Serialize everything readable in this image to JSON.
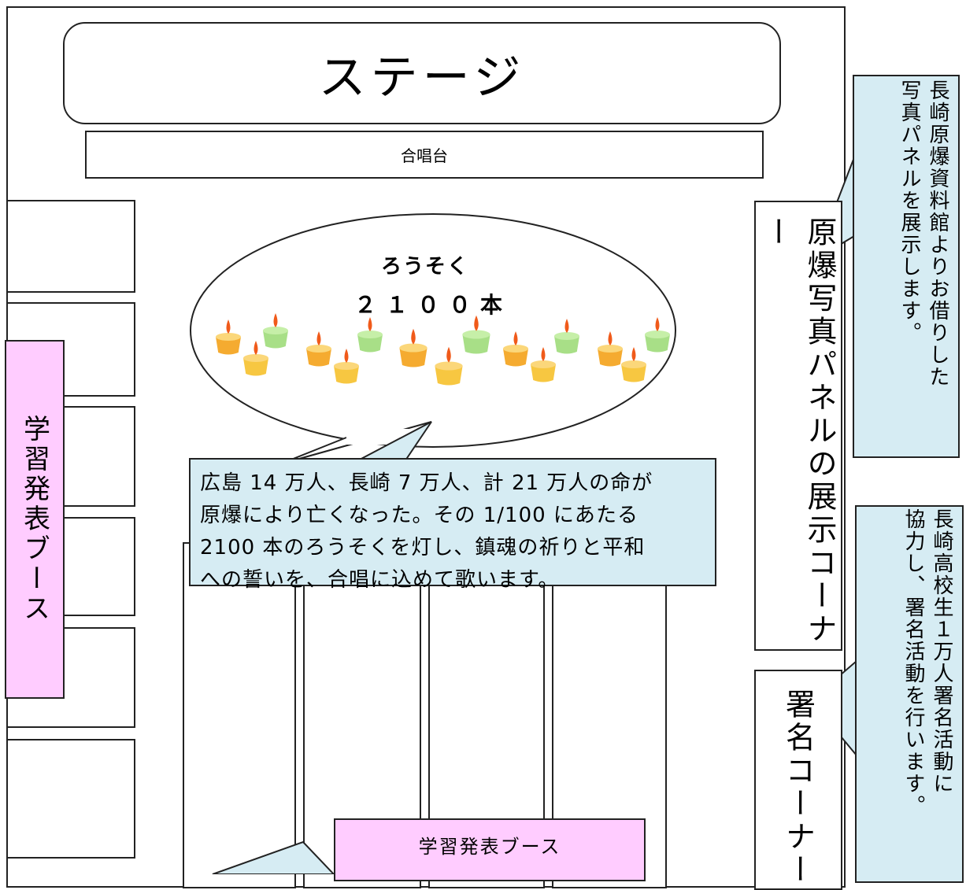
{
  "stage": {
    "label": "ステージ"
  },
  "chorus_platform": {
    "label": "合唱台"
  },
  "candles": {
    "label_line1": "ろうそく",
    "label_line2": "２１００本",
    "colors": {
      "orange": "#f4a21a",
      "yellow": "#f6c12c",
      "green": "#9fdc7a",
      "flame": "#f05a1a"
    }
  },
  "memorial_callout": {
    "lines": [
      "広島 14 万人、長崎 7 万人、計 21 万人の命が",
      "原爆により亡くなった。その 1/100 にあたる",
      "2100 本のろうそくを灯し、鎮魂の祈りと平和",
      "への誓いを、合唱に込めて歌います。"
    ]
  },
  "left_booth": {
    "label": "学習発表ブース"
  },
  "bottom_booth": {
    "label": "学習発表ブース"
  },
  "atomic_photo_corner": {
    "label": "原爆写真パネルの展示コーナー"
  },
  "signature_corner": {
    "label": "署名コーナー"
  },
  "photo_callout": {
    "lines": [
      "長崎原爆資料館よりお借りした",
      "写真パネルを展示します。"
    ]
  },
  "signature_callout": {
    "lines": [
      "長崎高校生１万人署名活動に",
      "協力し、署名活動を行います。"
    ]
  },
  "colors": {
    "callout_fill": "#d6ecf3",
    "booth_label_fill": "#ffccff",
    "outline": "#222222"
  }
}
